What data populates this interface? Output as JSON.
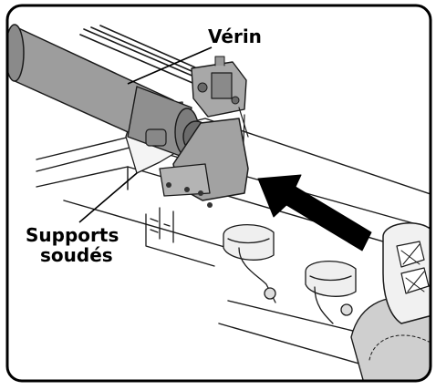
{
  "labels": {
    "cylinder": "Vérin",
    "supports_line1": "Supports",
    "supports_line2": "soudés"
  }
}
